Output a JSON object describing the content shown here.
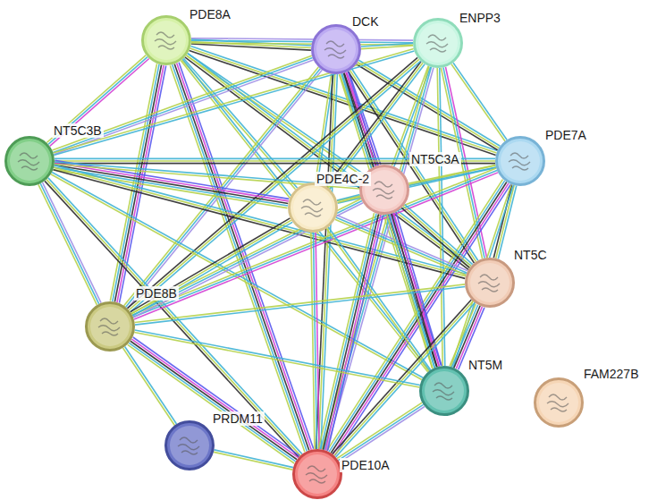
{
  "diagram": {
    "nodes": [
      {
        "text": [
          "PDE8A"
        ]
      },
      {
        "text": [
          "DCK"
        ]
      },
      {
        "text": [
          "ENPP3"
        ]
      },
      {
        "text": [
          "NT5C3B"
        ]
      },
      {
        "text": [
          "PDE7A"
        ]
      },
      {
        "text": [
          "PDE4C-2"
        ]
      },
      {
        "text": [
          "NT5C3A"
        ]
      },
      {
        "text": [
          "NT5C"
        ]
      },
      {
        "text": [
          "PDE8B"
        ]
      },
      {
        "text": [
          "NT5M"
        ]
      },
      {
        "text": [
          "FAM227B"
        ]
      },
      {
        "text": [
          "PRDM11"
        ]
      },
      {
        "text": [
          "PDE10A"
        ]
      }
    ],
    "edges": [
      {
        "from": 0,
        "to": 1,
        "arrow": "none"
      },
      {
        "from": 0,
        "to": 2,
        "arrow": "none"
      },
      {
        "from": 0,
        "to": 3,
        "arrow": "none"
      },
      {
        "from": 0,
        "to": 4,
        "arrow": "none"
      },
      {
        "from": 0,
        "to": 5,
        "arrow": "none"
      },
      {
        "from": 0,
        "to": 6,
        "arrow": "none"
      },
      {
        "from": 0,
        "to": 7,
        "arrow": "none"
      },
      {
        "from": 0,
        "to": 8,
        "arrow": "none"
      },
      {
        "from": 0,
        "to": 9,
        "arrow": "none"
      },
      {
        "from": 0,
        "to": 12,
        "arrow": "none"
      },
      {
        "from": 1,
        "to": 2,
        "arrow": "none"
      },
      {
        "from": 1,
        "to": 3,
        "arrow": "none"
      },
      {
        "from": 1,
        "to": 4,
        "arrow": "none"
      },
      {
        "from": 1,
        "to": 5,
        "arrow": "none"
      },
      {
        "from": 1,
        "to": 6,
        "arrow": "none"
      },
      {
        "from": 1,
        "to": 7,
        "arrow": "none"
      },
      {
        "from": 1,
        "to": 8,
        "arrow": "none"
      },
      {
        "from": 1,
        "to": 9,
        "arrow": "none"
      },
      {
        "from": 1,
        "to": 12,
        "arrow": "none"
      },
      {
        "from": 2,
        "to": 3,
        "arrow": "none"
      },
      {
        "from": 2,
        "to": 4,
        "arrow": "none"
      },
      {
        "from": 2,
        "to": 5,
        "arrow": "none"
      },
      {
        "from": 2,
        "to": 6,
        "arrow": "none"
      },
      {
        "from": 2,
        "to": 7,
        "arrow": "none"
      },
      {
        "from": 2,
        "to": 8,
        "arrow": "none"
      },
      {
        "from": 2,
        "to": 9,
        "arrow": "none"
      },
      {
        "from": 2,
        "to": 12,
        "arrow": "none"
      },
      {
        "from": 3,
        "to": 4,
        "arrow": "none"
      },
      {
        "from": 3,
        "to": 5,
        "arrow": "none"
      },
      {
        "from": 3,
        "to": 6,
        "arrow": "none"
      },
      {
        "from": 3,
        "to": 7,
        "arrow": "none"
      },
      {
        "from": 3,
        "to": 8,
        "arrow": "none"
      },
      {
        "from": 3,
        "to": 9,
        "arrow": "none"
      },
      {
        "from": 3,
        "to": 12,
        "arrow": "none"
      },
      {
        "from": 4,
        "to": 5,
        "arrow": "none"
      },
      {
        "from": 4,
        "to": 6,
        "arrow": "none"
      },
      {
        "from": 4,
        "to": 7,
        "arrow": "none"
      },
      {
        "from": 4,
        "to": 8,
        "arrow": "none"
      },
      {
        "from": 4,
        "to": 9,
        "arrow": "none"
      },
      {
        "from": 4,
        "to": 12,
        "arrow": "none"
      },
      {
        "from": 5,
        "to": 6,
        "arrow": "none"
      },
      {
        "from": 5,
        "to": 7,
        "arrow": "none"
      },
      {
        "from": 5,
        "to": 8,
        "arrow": "none"
      },
      {
        "from": 5,
        "to": 9,
        "arrow": "none"
      },
      {
        "from": 5,
        "to": 12,
        "arrow": "none"
      },
      {
        "from": 6,
        "to": 7,
        "arrow": "none"
      },
      {
        "from": 6,
        "to": 8,
        "arrow": "none"
      },
      {
        "from": 6,
        "to": 9,
        "arrow": "none"
      },
      {
        "from": 6,
        "to": 12,
        "arrow": "none"
      },
      {
        "from": 7,
        "to": 8,
        "arrow": "none"
      },
      {
        "from": 7,
        "to": 9,
        "arrow": "none"
      },
      {
        "from": 7,
        "to": 12,
        "arrow": "none"
      },
      {
        "from": 8,
        "to": 9,
        "arrow": "none"
      },
      {
        "from": 8,
        "to": 11,
        "arrow": "none"
      },
      {
        "from": 8,
        "to": 12,
        "arrow": "none"
      },
      {
        "from": 11,
        "to": 12,
        "arrow": "none"
      },
      {
        "from": 9,
        "to": 12,
        "arrow": "none"
      }
    ]
  }
}
